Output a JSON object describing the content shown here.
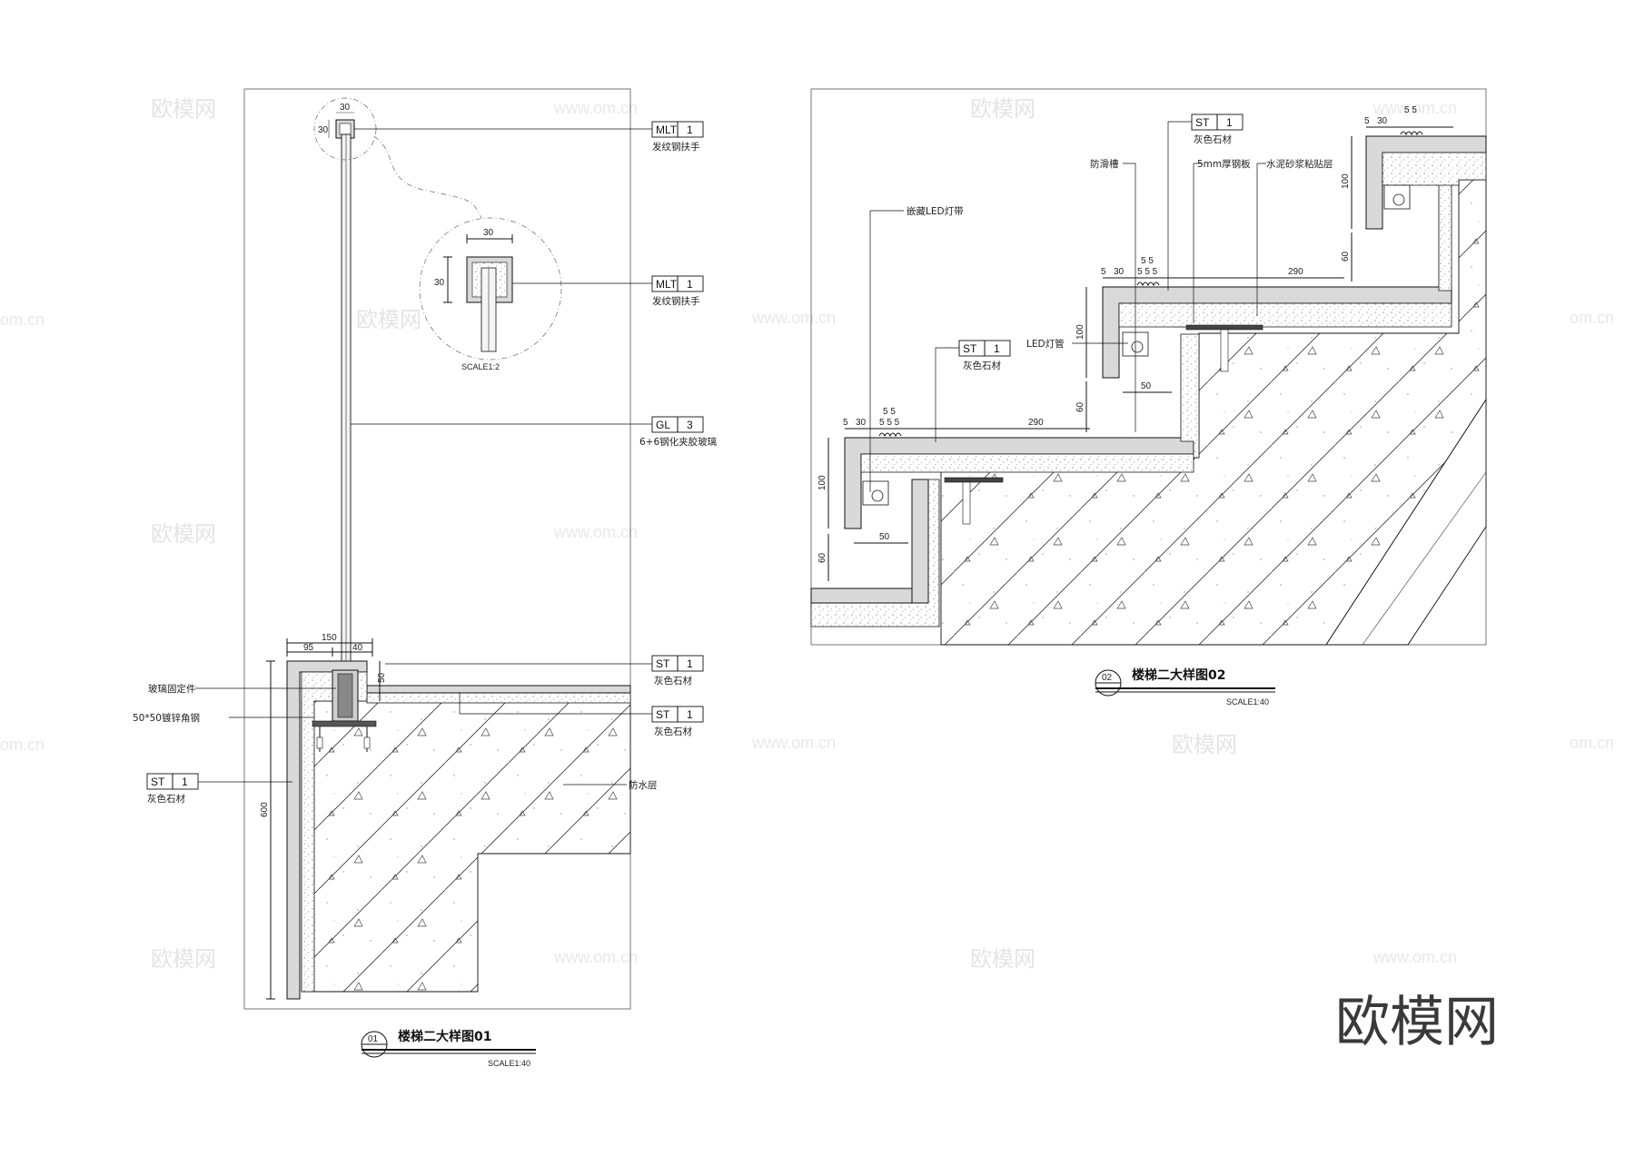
{
  "detail_01": {
    "title": "楼梯二大样图01",
    "number": "01",
    "scale": "SCALE1:40",
    "tags": [
      {
        "code": "MLT",
        "num": "1",
        "note": "发纹钢扶手"
      },
      {
        "code": "MLT",
        "num": "1",
        "note": "发纹钢扶手"
      },
      {
        "code": "GL",
        "num": "3",
        "note": "6+6钢化夹胶玻璃"
      },
      {
        "code": "ST",
        "num": "1",
        "note": "灰色石材"
      },
      {
        "code": "ST",
        "num": "1",
        "note": "灰色石材"
      },
      {
        "code": "ST",
        "num": "1",
        "note": "灰色石材"
      }
    ],
    "notes": {
      "glass_fix": "玻璃固定件",
      "angle_steel": "50*50镀锌角钢",
      "waterproof": "防水层"
    },
    "enlarged_scale": "SCALE1:2",
    "dims": {
      "rail_w_small": "30",
      "rail_h_small": "30",
      "rail_w": "30",
      "rail_h": "30",
      "base_total": "150",
      "base_left": "95",
      "base_right": "40",
      "tread": "50",
      "height": "600"
    }
  },
  "detail_02": {
    "title": "楼梯二大样图02",
    "number": "02",
    "scale": "SCALE1:40",
    "tags": [
      {
        "code": "ST",
        "num": "1",
        "note": "灰色石材"
      },
      {
        "code": "ST",
        "num": "1",
        "note": "灰色石材"
      }
    ],
    "notes": {
      "led_strip": "嵌藏LED灯带",
      "anti_slip": "防滑槽",
      "steel_plate": "5mm厚钢板",
      "mortar": "水泥砂浆粘贴层",
      "led_tube": "LED灯管"
    },
    "dims": {
      "a": "5",
      "b": "30",
      "c": "5 5",
      "d": "5 5 5",
      "tread": "290",
      "riser": "100",
      "gap": "60",
      "nose": "50"
    }
  },
  "watermarks": {
    "brand": "欧模网",
    "url": "www.om.cn",
    "url_edge": "om.cn"
  }
}
